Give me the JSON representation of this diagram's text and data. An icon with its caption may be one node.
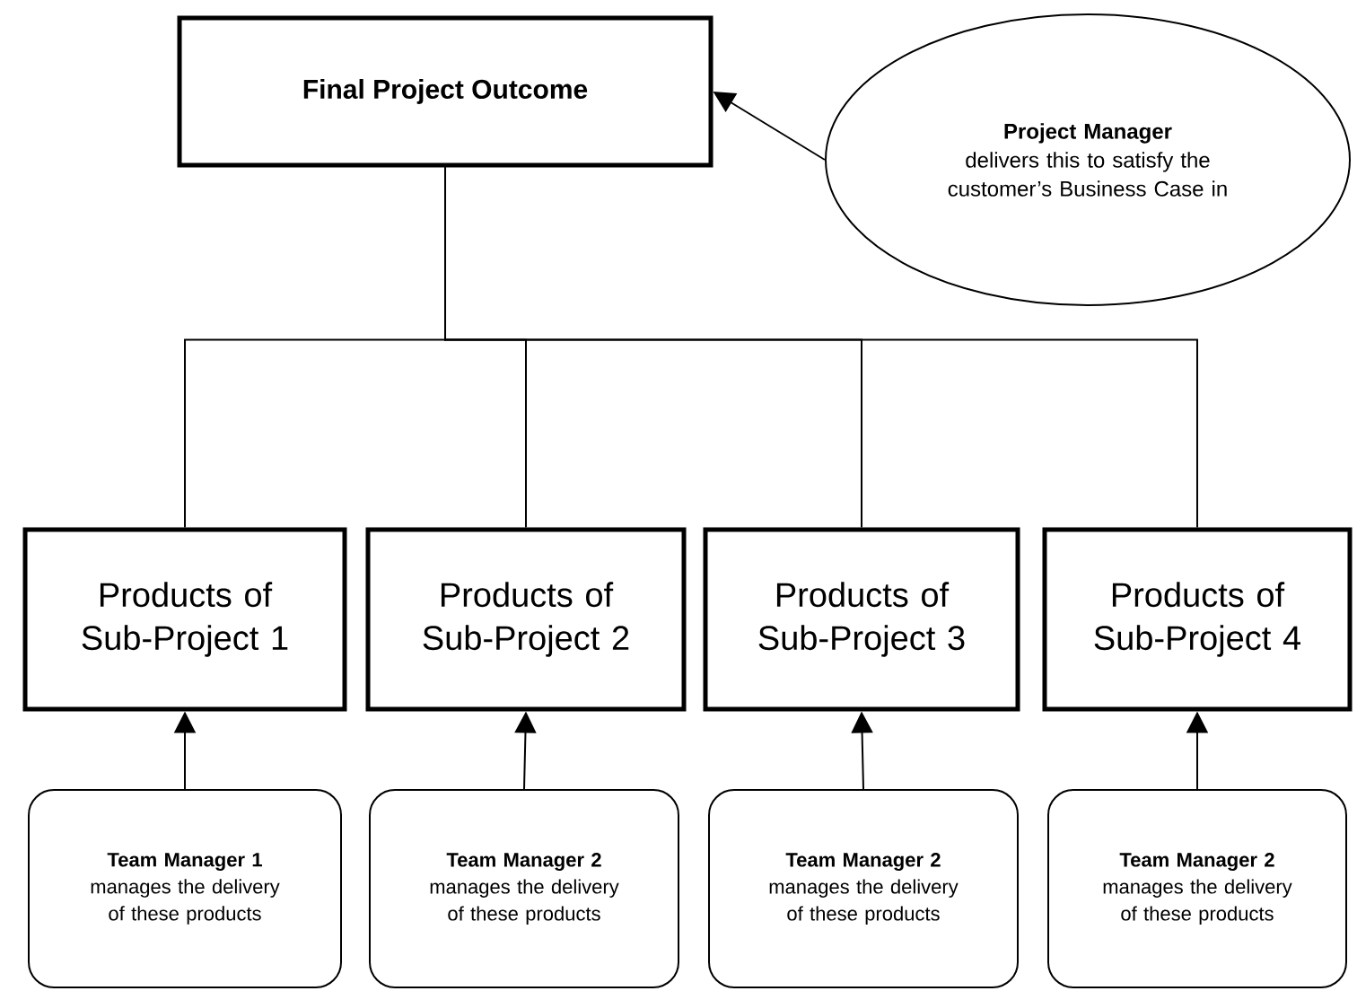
{
  "diagram": {
    "nodes": [
      {
        "text": [
          "Final Project Outcome"
        ]
      },
      {
        "text": [
          "Project Manager",
          "delivers this to satisfy the customer’s Business Case in"
        ]
      },
      {
        "text": [
          "Products of Sub-Project 1"
        ]
      },
      {
        "text": [
          "Products of Sub-Project 2"
        ]
      },
      {
        "text": [
          "Products of Sub-Project 3"
        ]
      },
      {
        "text": [
          "Products of Sub-Project 4"
        ]
      },
      {
        "text": [
          "Team Manager 1",
          "manages the delivery of these products"
        ]
      },
      {
        "text": [
          "Team Manager 2",
          "manages the delivery of these products"
        ]
      },
      {
        "text": [
          "Team Manager 2",
          "manages the delivery of these products"
        ]
      },
      {
        "text": [
          "Team Manager 2",
          "manages the delivery of these products"
        ]
      }
    ],
    "edges": [
      {
        "from": 1,
        "to": 0,
        "arrow": "to"
      },
      {
        "from": 0,
        "to": 2,
        "arrow": "none"
      },
      {
        "from": 0,
        "to": 3,
        "arrow": "none"
      },
      {
        "from": 0,
        "to": 4,
        "arrow": "none"
      },
      {
        "from": 0,
        "to": 5,
        "arrow": "none"
      },
      {
        "from": 6,
        "to": 2,
        "arrow": "to"
      },
      {
        "from": 7,
        "to": 3,
        "arrow": "to"
      },
      {
        "from": 8,
        "to": 4,
        "arrow": "to"
      },
      {
        "from": 9,
        "to": 5,
        "arrow": "to"
      }
    ]
  }
}
